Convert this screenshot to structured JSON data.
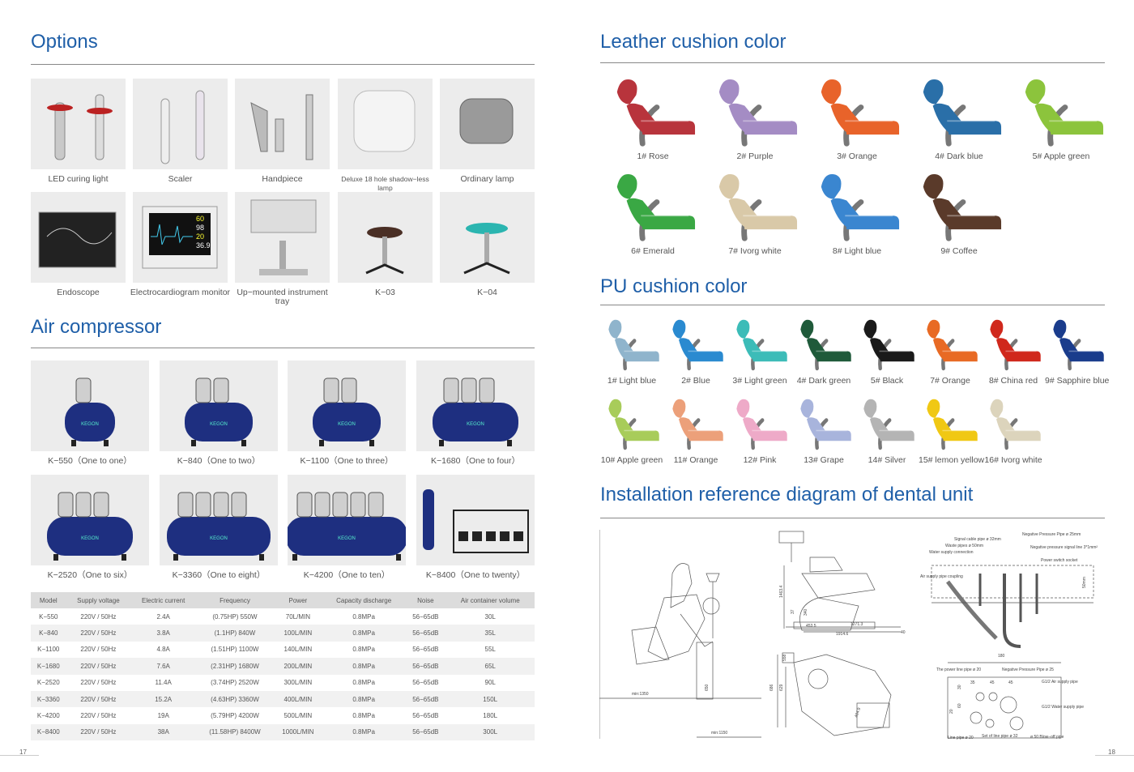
{
  "options": {
    "title": "Options",
    "items": [
      {
        "label": "LED curing light",
        "icon": "curing-light-icon"
      },
      {
        "label": "Scaler",
        "icon": "scaler-icon"
      },
      {
        "label": "Handpiece",
        "icon": "handpiece-icon"
      },
      {
        "label": "Deluxe 18 hole shadow−less lamp",
        "icon": "shadowless-lamp-icon"
      },
      {
        "label": "Ordinary lamp",
        "icon": "ordinary-lamp-icon"
      },
      {
        "label": "Endoscope",
        "icon": "endoscope-icon"
      },
      {
        "label": "Electrocardiogram monitor",
        "icon": "ecg-monitor-icon"
      },
      {
        "label": "Up−mounted instrument tray",
        "icon": "instrument-tray-icon"
      },
      {
        "label": "K−03",
        "icon": "stool-icon"
      },
      {
        "label": "K−04",
        "icon": "stool-icon"
      }
    ]
  },
  "ecg_readings": [
    "60",
    "98",
    "20",
    "36.9"
  ],
  "compressor": {
    "title": "Air compressor",
    "brand": "KEGON",
    "items": [
      {
        "label": "K−550（One to one）",
        "heads": 1
      },
      {
        "label": "K−840（One to two）",
        "heads": 2
      },
      {
        "label": "K−1100（One to three）",
        "heads": 2
      },
      {
        "label": "K−1680（One to four）",
        "heads": 3
      },
      {
        "label": "K−2520（One to six）",
        "heads": 3
      },
      {
        "label": "K−3360（One to eight）",
        "heads": 4
      },
      {
        "label": "K−4200（One to ten）",
        "heads": 5
      },
      {
        "label": "K−8400（One to twenty）",
        "heads": 0
      }
    ],
    "table": {
      "headers": [
        "Model",
        "Supply voltage",
        "Electric current",
        "Frequency",
        "Power",
        "Capacity discharge",
        "Noise",
        "Air container volume"
      ],
      "rows": [
        [
          "K−550",
          "220V / 50Hz",
          "2.4A",
          "(0.75HP) 550W",
          "70L/MIN",
          "0.8MPa",
          "56−65dB",
          "30L"
        ],
        [
          "K−840",
          "220V / 50Hz",
          "3.8A",
          "(1.1HP) 840W",
          "100L/MIN",
          "0.8MPa",
          "56−65dB",
          "35L"
        ],
        [
          "K−1100",
          "220V / 50Hz",
          "4.8A",
          "(1.51HP) 1100W",
          "140L/MIN",
          "0.8MPa",
          "56−65dB",
          "55L"
        ],
        [
          "K−1680",
          "220V / 50Hz",
          "7.6A",
          "(2.31HP) 1680W",
          "200L/MIN",
          "0.8MPa",
          "56−65dB",
          "65L"
        ],
        [
          "K−2520",
          "220V / 50Hz",
          "11.4A",
          "(3.74HP) 2520W",
          "300L/MIN",
          "0.8MPa",
          "56−65dB",
          "90L"
        ],
        [
          "K−3360",
          "220V / 50Hz",
          "15.2A",
          "(4.63HP) 3360W",
          "400L/MIN",
          "0.8MPa",
          "56−65dB",
          "150L"
        ],
        [
          "K−4200",
          "220V / 50Hz",
          "19A",
          "(5.79HP) 4200W",
          "500L/MIN",
          "0.8MPa",
          "56−65dB",
          "180L"
        ],
        [
          "K−8400",
          "220V / 50Hz",
          "38A",
          "(11.58HP) 8400W",
          "1000L/MIN",
          "0.8MPa",
          "56−65dB",
          "300L"
        ]
      ]
    }
  },
  "leather": {
    "title": "Leather cushion color",
    "items": [
      {
        "label": "1# Rose",
        "color": "#b8343c"
      },
      {
        "label": "2# Purple",
        "color": "#a48cc4"
      },
      {
        "label": "3# Orange",
        "color": "#e8632a"
      },
      {
        "label": "4# Dark blue",
        "color": "#2a6fa8"
      },
      {
        "label": "5# Apple green",
        "color": "#8cc43c"
      },
      {
        "label": "6# Emerald",
        "color": "#3aa844"
      },
      {
        "label": "7# Ivorg white",
        "color": "#d9c9a8"
      },
      {
        "label": "8# Light blue",
        "color": "#3a86d0"
      },
      {
        "label": "9# Coffee",
        "color": "#5a3a2a"
      }
    ]
  },
  "pu": {
    "title": "PU cushion color",
    "items": [
      {
        "label": "1# Light blue",
        "color": "#8fb4cc"
      },
      {
        "label": "2# Blue",
        "color": "#2a8ad0"
      },
      {
        "label": "3# Light green",
        "color": "#3cbcb8"
      },
      {
        "label": "4# Dark green",
        "color": "#1f5a3a"
      },
      {
        "label": "5# Black",
        "color": "#1a1a1a"
      },
      {
        "label": "7# Orange",
        "color": "#e86a24"
      },
      {
        "label": "8# China red",
        "color": "#d0281c"
      },
      {
        "label": "9# Sapphire blue",
        "color": "#1a3c8c"
      },
      {
        "label": "10# Apple green",
        "color": "#a8cc5a"
      },
      {
        "label": "11# Orange",
        "color": "#eca07a"
      },
      {
        "label": "12# Pink",
        "color": "#eeaac8"
      },
      {
        "label": "13# Grape",
        "color": "#a8b4dc"
      },
      {
        "label": "14# Silver",
        "color": "#b4b4b4"
      },
      {
        "label": "15# lemon yellow",
        "color": "#f0c814"
      },
      {
        "label": "16# Ivorg white",
        "color": "#dcd4bc"
      }
    ]
  },
  "installation": {
    "title": "Installation reference diagram of dental unit",
    "dims": [
      "min:1350",
      "650",
      "min:1150",
      "1463.4",
      "340",
      "37",
      "453.5",
      "1271.3",
      "1914.6",
      "40",
      "558",
      "629",
      "686",
      "404.9"
    ],
    "notes_top": [
      "Negative Pressure Pipe ø 25mm",
      "Signal cable pipe ø 32mm",
      "Waste pipes ø 50mm",
      "Water supply connection",
      "Negative pressure signal line 3*1mm²",
      "Power switch socket",
      "Air supply pipe coupling",
      "50mm"
    ],
    "notes_bottom": [
      "180",
      "The power line pipe ø 20",
      "Negative Pressure Pipe ø 25",
      "G1/2 Air supply pipe",
      "G1/2 Water supply pipe",
      "Line pipe ø 20",
      "Set of line pipe ø 32",
      "ø 50 Blow−off pipe",
      "30",
      "35",
      "45",
      "45",
      "60",
      "20"
    ]
  },
  "page_left": "17",
  "page_right": "18"
}
